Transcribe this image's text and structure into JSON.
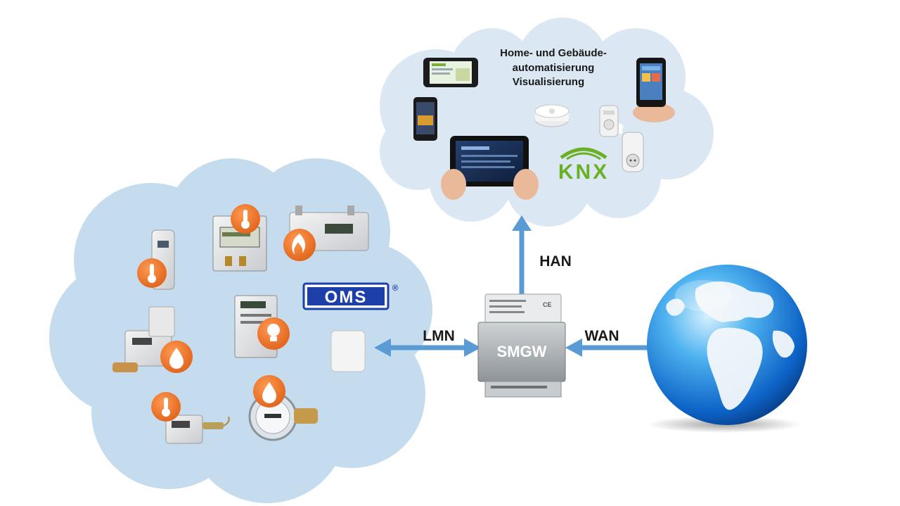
{
  "automation_cloud": {
    "title_lines": [
      "Home- und Gebäude-",
      "automatisierung",
      "Visualisierung"
    ],
    "knx_logo": "KNX"
  },
  "metering_cloud": {
    "oms_logo": "OMS",
    "oms_registered": "®",
    "device_icons": [
      "thermometer-icon",
      "thermometer-icon",
      "flame-icon",
      "thermometer-icon",
      "bulb-icon",
      "drop-icon",
      "thermometer-icon",
      "drop-icon"
    ]
  },
  "gateway": {
    "label": "SMGW",
    "ce_mark": "CE"
  },
  "connections": {
    "han": "HAN",
    "lmn": "LMN",
    "wan": "WAN"
  },
  "colors": {
    "cloud_left": "#c5dcef",
    "cloud_top": "#dbe8f4",
    "arrow": "#5b9bd5",
    "badge_orange": "#f07a2a",
    "oms_blue": "#1d3fa8",
    "knx_green": "#6ab024",
    "knx_gray": "#5a6a7a"
  }
}
